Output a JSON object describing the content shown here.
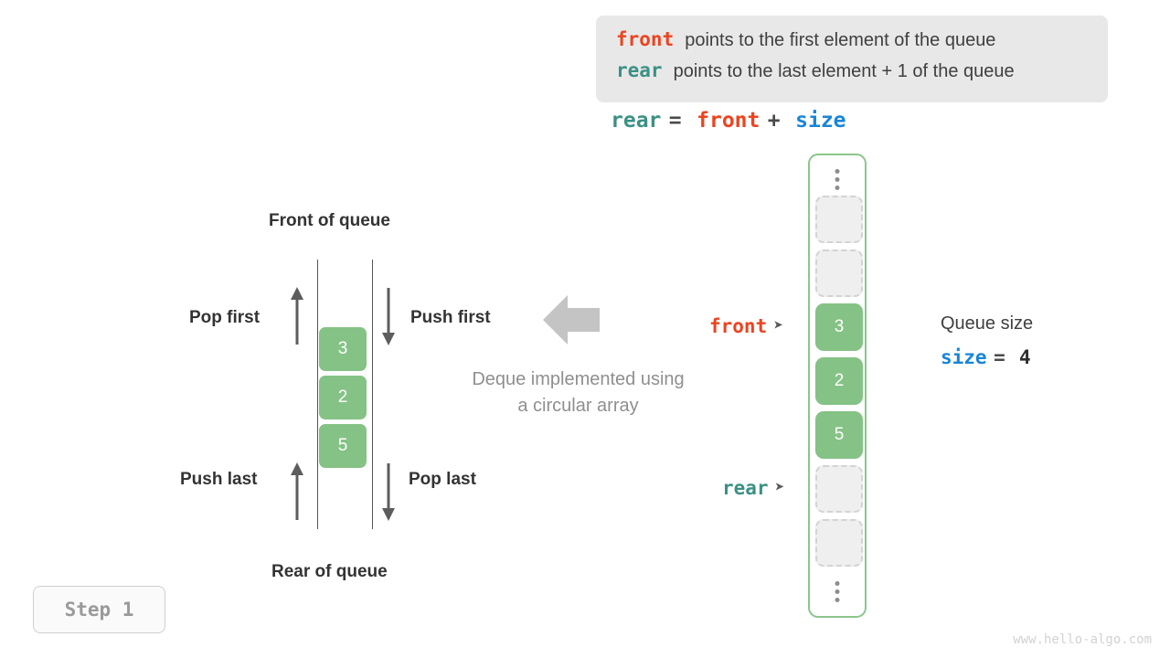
{
  "legend": {
    "lines": [
      {
        "term": "front",
        "term_color": "#ec4420",
        "description": "points to the first element of the queue"
      },
      {
        "term": "rear",
        "term_color": "#3a9184",
        "description": "points to the last element + 1 of the queue"
      }
    ]
  },
  "formula": {
    "lhs": "rear",
    "eq": "=",
    "rhs1": "front",
    "plus": "+",
    "rhs2": "size"
  },
  "deque": {
    "top_label": "Front of queue",
    "bottom_label": "Rear of queue",
    "ops": {
      "pop_first": "Pop first",
      "push_first": "Push first",
      "push_last": "Push last",
      "pop_last": "Pop last"
    },
    "cells": [
      "3",
      "2",
      "5"
    ]
  },
  "caption": {
    "line1": "Deque implemented using",
    "line2": "a circular array"
  },
  "array": {
    "slots": [
      {
        "value": "",
        "state": "empty"
      },
      {
        "value": "",
        "state": "empty"
      },
      {
        "value": "3",
        "state": "filled"
      },
      {
        "value": "2",
        "state": "filled"
      },
      {
        "value": "5",
        "state": "filled"
      },
      {
        "value": "",
        "state": "empty"
      },
      {
        "value": "",
        "state": "empty"
      }
    ],
    "pointers": {
      "front": {
        "label": "front",
        "marker": "➤"
      },
      "rear": {
        "label": "rear",
        "marker": "➤"
      }
    }
  },
  "queue_size": {
    "title": "Queue size",
    "var": "size",
    "eq": "=",
    "value": "4"
  },
  "step_badge": "Step 1",
  "watermark": "www.hello-algo.com",
  "colors": {
    "front": "#ec4420",
    "rear": "#3a9184",
    "size": "#1a85d6",
    "cell_green": "#85c285",
    "container_border": "#8cc68c",
    "legend_bg": "#e8e8e8",
    "muted_text": "#8f8f8f"
  }
}
